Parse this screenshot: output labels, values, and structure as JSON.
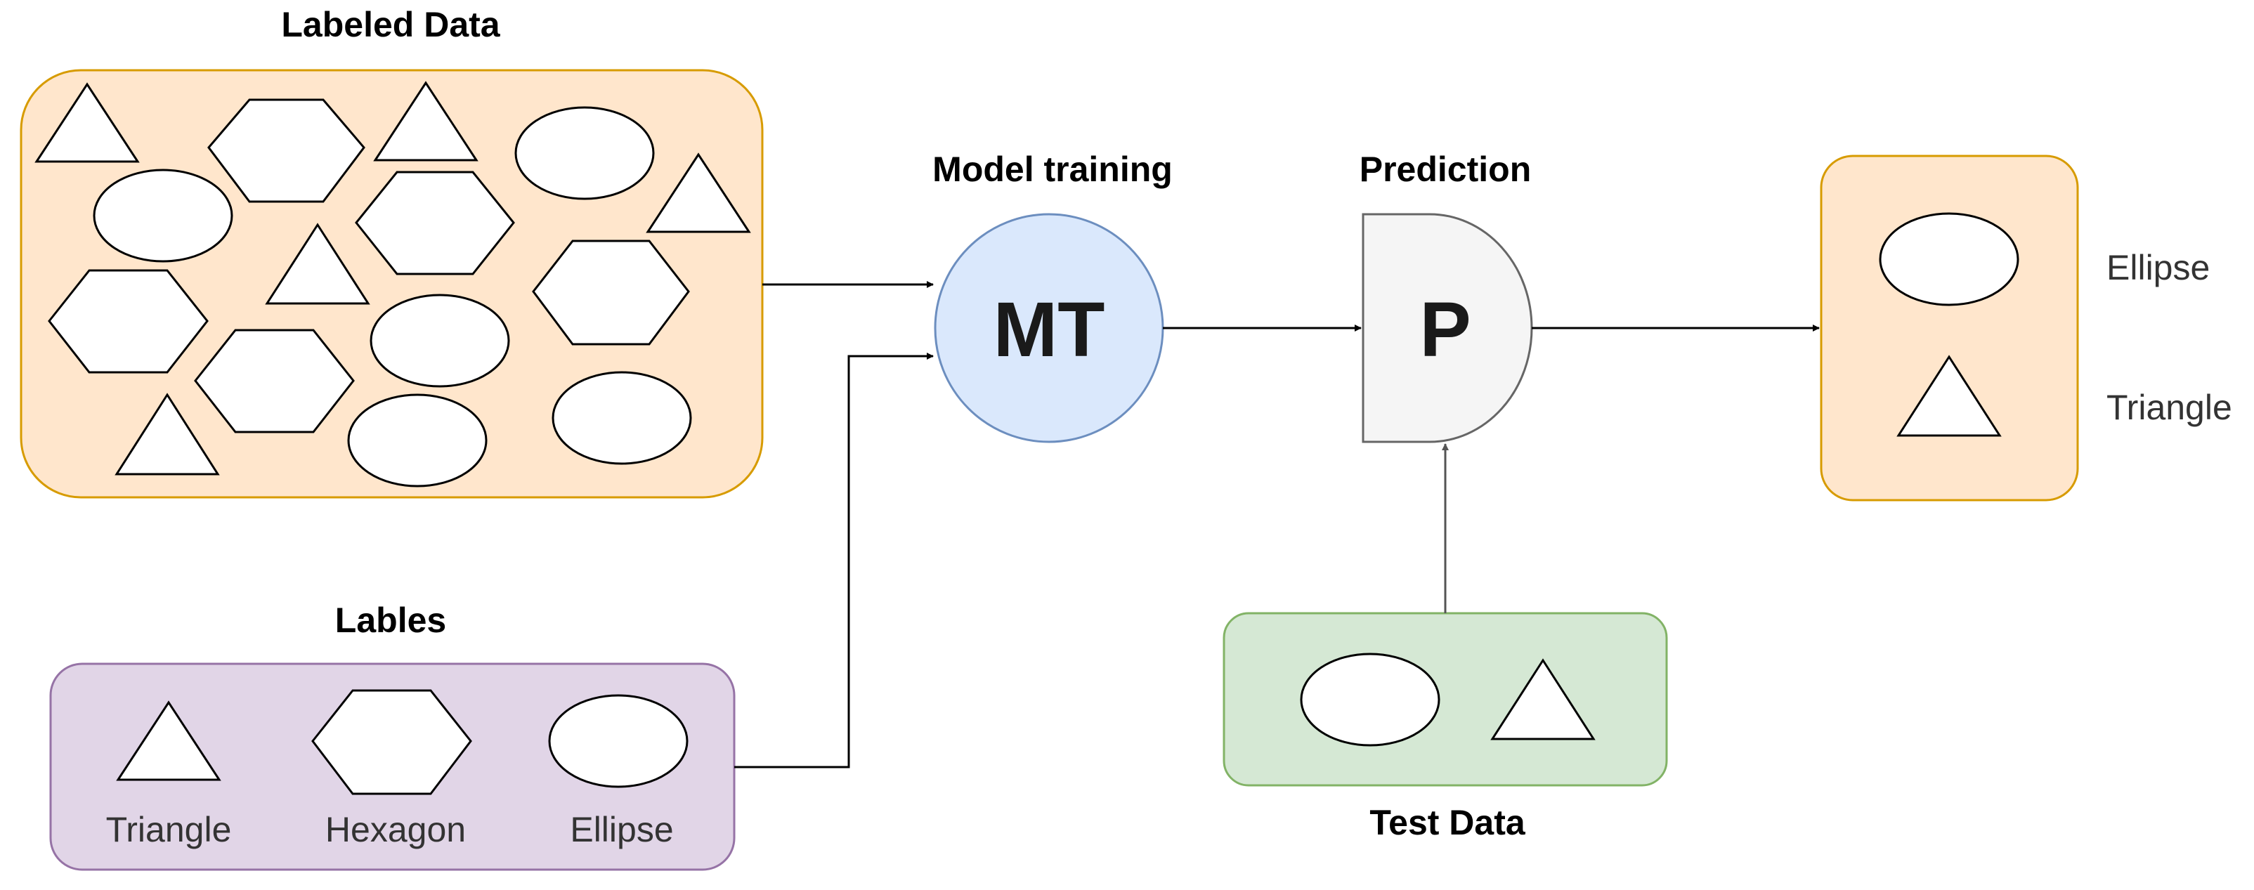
{
  "titles": {
    "labeled_data": "Labeled Data",
    "labels": "Lables",
    "model_training": "Model training",
    "prediction": "Prediction",
    "test_data": "Test Data"
  },
  "nodes": {
    "model_training": "MT",
    "prediction": "P"
  },
  "label_box": [
    "Triangle",
    "Hexagon",
    "Ellipse"
  ],
  "output_box": [
    "Ellipse",
    "Triangle"
  ],
  "colors": {
    "labeled_fill": "#ffe6cc",
    "labeled_stroke": "#d79b00",
    "labels_fill": "#e1d5e7",
    "labels_stroke": "#9673a6",
    "mt_fill": "#dae8fc",
    "mt_stroke": "#6c8ebf",
    "prediction_fill": "#f5f5f5",
    "prediction_stroke": "#666666",
    "test_fill": "#d5e8d4",
    "test_stroke": "#82b366",
    "output_fill": "#ffe6cc",
    "output_stroke": "#d79b00"
  }
}
